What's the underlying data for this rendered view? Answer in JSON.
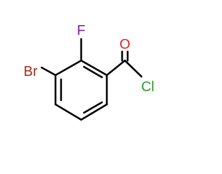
{
  "atoms": {
    "br": {
      "label": "Br",
      "color": "#a02c14"
    },
    "f": {
      "label": "F",
      "color": "#7a1f9a"
    },
    "o": {
      "label": "O",
      "color": "#e0201a"
    },
    "cl": {
      "label": "Cl",
      "color": "#2a9a2a"
    }
  },
  "bond_color": "#000000",
  "background": "#ffffff"
}
